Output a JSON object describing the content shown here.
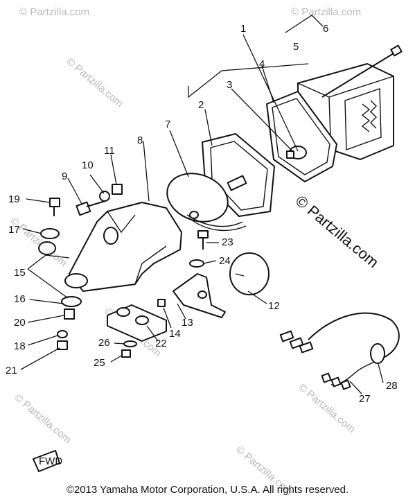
{
  "watermark": "© Partzilla.com",
  "copyright": "©2013 Yamaha Motor Corporation, U.S.A. All rights reserved.",
  "front_marker": "FWD",
  "callouts": [
    "1",
    "2",
    "3",
    "4",
    "5",
    "6",
    "7",
    "8",
    "9",
    "10",
    "11",
    "12",
    "13",
    "14",
    "15",
    "16",
    "17",
    "18",
    "19",
    "20",
    "21",
    "22",
    "23",
    "24",
    "25",
    "26",
    "27",
    "28"
  ]
}
